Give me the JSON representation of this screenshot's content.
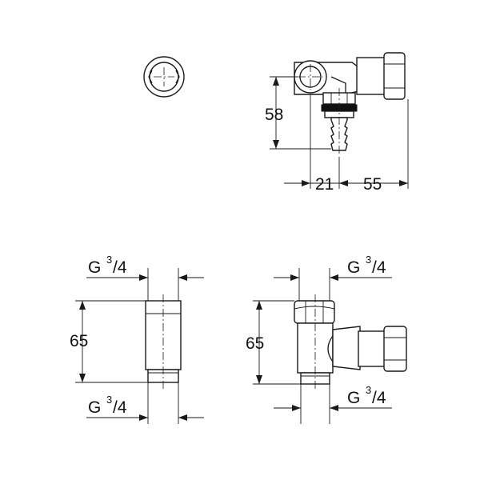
{
  "dimensions": {
    "height_top": "58",
    "width_offset": "21",
    "width_length": "55",
    "height_bottom_left": "65",
    "height_bottom_right": "65"
  },
  "threads": {
    "prefix": "G",
    "numerator": "3",
    "slash_denominator": "/4"
  }
}
